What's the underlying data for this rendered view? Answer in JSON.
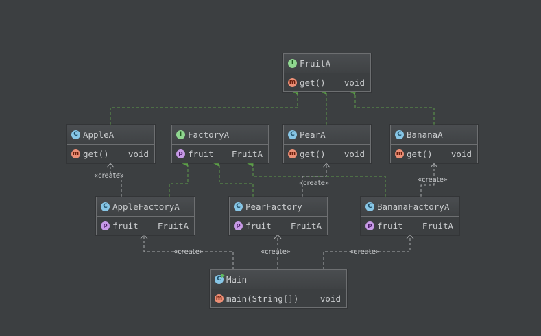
{
  "nodes": {
    "fruit_a": {
      "kind": "interface",
      "badge": "I",
      "title": "FruitA",
      "members": [
        {
          "badge": "m",
          "name": "get()",
          "type": "void"
        }
      ]
    },
    "apple_a": {
      "kind": "class",
      "badge": "C",
      "title": "AppleA",
      "members": [
        {
          "badge": "m",
          "name": "get()",
          "type": "void"
        }
      ]
    },
    "factory_a": {
      "kind": "interface",
      "badge": "I",
      "title": "FactoryA",
      "members": [
        {
          "badge": "p",
          "name": "fruit",
          "type": "FruitA"
        }
      ]
    },
    "pear_a": {
      "kind": "class",
      "badge": "C",
      "title": "PearA",
      "members": [
        {
          "badge": "m",
          "name": "get()",
          "type": "void"
        }
      ]
    },
    "banana_a": {
      "kind": "class",
      "badge": "C",
      "title": "BananaA",
      "members": [
        {
          "badge": "m",
          "name": "get()",
          "type": "void"
        }
      ]
    },
    "apple_factory_a": {
      "kind": "class",
      "badge": "C",
      "title": "AppleFactoryA",
      "members": [
        {
          "badge": "p",
          "name": "fruit",
          "type": "FruitA"
        }
      ]
    },
    "pear_factory": {
      "kind": "class",
      "badge": "C",
      "title": "PearFactory",
      "members": [
        {
          "badge": "p",
          "name": "fruit",
          "type": "FruitA"
        }
      ]
    },
    "banana_factory_a": {
      "kind": "class",
      "badge": "C",
      "title": "BananaFactoryA",
      "members": [
        {
          "badge": "p",
          "name": "fruit",
          "type": "FruitA"
        }
      ]
    },
    "main": {
      "kind": "runnable",
      "badge": "C",
      "title": "Main",
      "members": [
        {
          "badge": "m",
          "name": "main(String[])",
          "type": "void"
        }
      ]
    }
  },
  "edges": [
    {
      "from": "apple_a",
      "to": "fruit_a",
      "relation": "implements"
    },
    {
      "from": "pear_a",
      "to": "fruit_a",
      "relation": "implements"
    },
    {
      "from": "banana_a",
      "to": "fruit_a",
      "relation": "implements"
    },
    {
      "from": "apple_factory_a",
      "to": "factory_a",
      "relation": "implements"
    },
    {
      "from": "pear_factory",
      "to": "factory_a",
      "relation": "implements"
    },
    {
      "from": "banana_factory_a",
      "to": "factory_a",
      "relation": "implements"
    },
    {
      "from": "apple_factory_a",
      "to": "apple_a",
      "relation": "create",
      "label": "«create»"
    },
    {
      "from": "pear_factory",
      "to": "pear_a",
      "relation": "create",
      "label": "«create»"
    },
    {
      "from": "banana_factory_a",
      "to": "banana_a",
      "relation": "create",
      "label": "«create»"
    },
    {
      "from": "main",
      "to": "apple_factory_a",
      "relation": "create",
      "label": "«create»"
    },
    {
      "from": "main",
      "to": "pear_factory",
      "relation": "create",
      "label": "«create»"
    },
    {
      "from": "main",
      "to": "banana_factory_a",
      "relation": "create",
      "label": "«create»"
    }
  ],
  "colors": {
    "background": "#3c3f41",
    "implements_edge": "#5e9e4a",
    "create_edge": "#a9abad"
  }
}
